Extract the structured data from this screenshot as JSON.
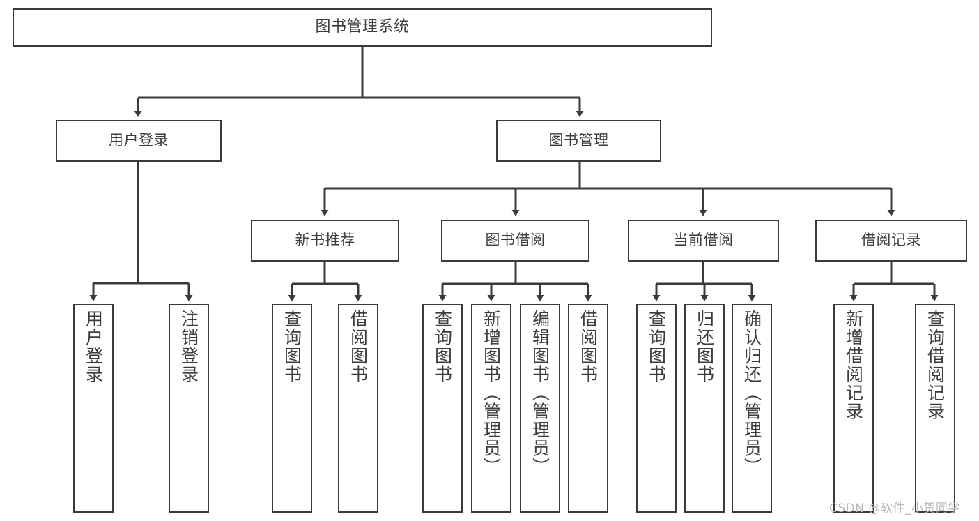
{
  "diagram": {
    "type": "tree",
    "title": "图书管理系统",
    "orientation": "top-down",
    "stroke_color": "#3a3a3a",
    "text_color": "#3c3c3c",
    "background": "#ffffff",
    "root": {
      "label": "图书管理系统",
      "children": [
        {
          "label": "用户登录",
          "children": [
            {
              "label": "用户登录"
            },
            {
              "label": "注销登录"
            }
          ]
        },
        {
          "label": "图书管理",
          "children": [
            {
              "label": "新书推荐",
              "children": [
                {
                  "label": "查询图书"
                },
                {
                  "label": "借阅图书"
                }
              ]
            },
            {
              "label": "图书借阅",
              "children": [
                {
                  "label": "查询图书"
                },
                {
                  "label": "新增图书（管理员）"
                },
                {
                  "label": "编辑图书（管理员）"
                },
                {
                  "label": "借阅图书"
                }
              ]
            },
            {
              "label": "当前借阅",
              "children": [
                {
                  "label": "查询图书"
                },
                {
                  "label": "归还图书"
                },
                {
                  "label": "确认归还（管理员）"
                }
              ]
            },
            {
              "label": "借阅记录",
              "children": [
                {
                  "label": "新增借阅记录"
                },
                {
                  "label": "查询借阅记录"
                }
              ]
            }
          ]
        }
      ]
    }
  },
  "nodes": {
    "root": "图书管理系统",
    "l1_user_login": "用户登录",
    "l1_book_manage": "图书管理",
    "l2_new_book_rec": "新书推荐",
    "l2_book_borrow": "图书借阅",
    "l2_current_borrow": "当前借阅",
    "l2_borrow_record": "借阅记录",
    "leaf_user_login": "用户登录",
    "leaf_logout": "注销登录",
    "leaf_rec_query_book": "查询图书",
    "leaf_rec_borrow_book": "借阅图书",
    "leaf_borrow_query_book": "查询图书",
    "leaf_borrow_add_book": "新增图书（管理员）",
    "leaf_borrow_edit_book": "编辑图书（管理员）",
    "leaf_borrow_borrow_book": "借阅图书",
    "leaf_cur_query_book": "查询图书",
    "leaf_cur_return_book": "归还图书",
    "leaf_cur_confirm_return": "确认归还（管理员）",
    "leaf_rec_add_record": "新增借阅记录",
    "leaf_rec_query_record": "查询借阅记录"
  },
  "watermark": {
    "text": "CSDN @软件_小贺同学"
  }
}
